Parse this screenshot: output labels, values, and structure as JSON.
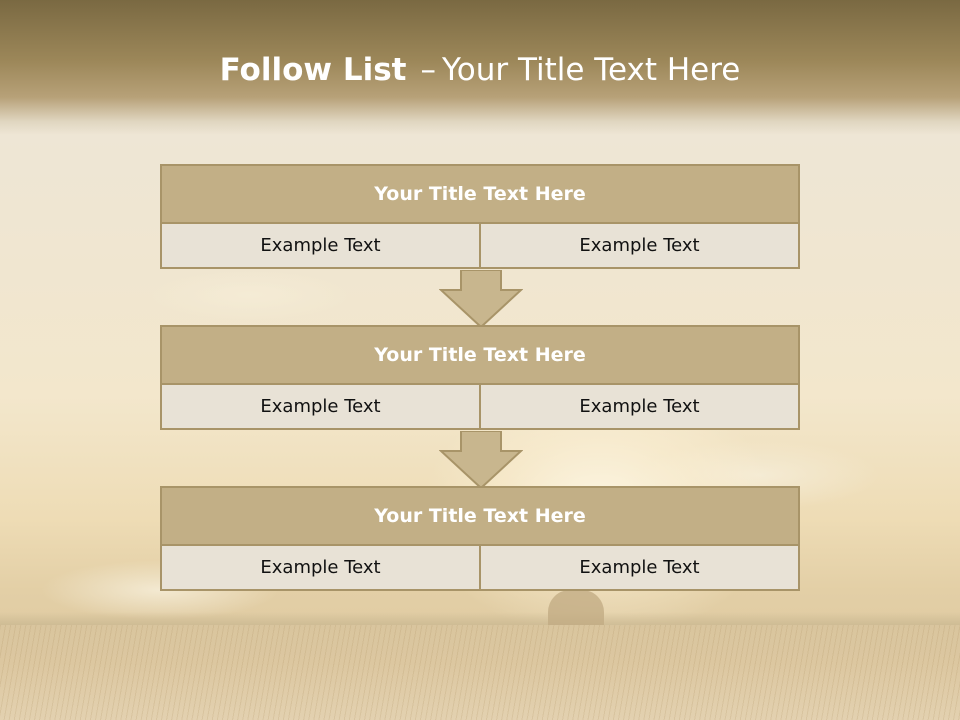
{
  "slide": {
    "title_bold": "Follow List",
    "title_dash": "–",
    "title_rest": "Your Title Text Here"
  },
  "blocks": [
    {
      "title": "Your Title Text Here",
      "left_text": "Example Text",
      "right_text": "Example Text"
    },
    {
      "title": "Your Title Text Here",
      "left_text": "Example Text",
      "right_text": "Example Text"
    },
    {
      "title": "Your Title Text Here",
      "left_text": "Example Text",
      "right_text": "Example Text"
    }
  ],
  "colors": {
    "header_band": "#8c7a4f",
    "block_title_fill": "#c2af86",
    "block_border": "#a89468",
    "cell_fill": "#e8e2d6",
    "arrow_fill": "#c8b68e"
  },
  "icons": [
    "down-arrow-icon",
    "down-arrow-icon"
  ]
}
